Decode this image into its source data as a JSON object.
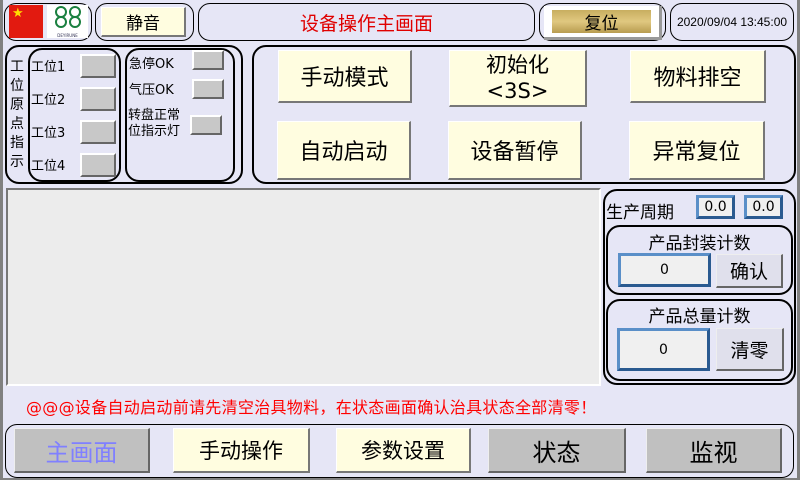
{
  "header": {
    "flag_icon": "china-flag",
    "logo_icon": "company-logo",
    "logo_text": "DEYIRUNE",
    "mute_label": "静音",
    "title": "设备操作主画面",
    "reset_label": "复位",
    "datetime": "2020/09/04 13:45:00"
  },
  "origin_panel": {
    "title": "工位原点指示",
    "stations": [
      "工位1",
      "工位2",
      "工位3",
      "工位4"
    ]
  },
  "status_panel": {
    "items": [
      "急停OK",
      "气压OK",
      "转盘正常位指示灯"
    ]
  },
  "controls": {
    "buttons": [
      "手动模式",
      "初始化\n<3S>",
      "物料排空",
      "自动启动",
      "设备暂停",
      "异常复位"
    ]
  },
  "production": {
    "cycle_label": "生产周期",
    "cycle_values": [
      "0.0",
      "0.0"
    ],
    "package_count_label": "产品封装计数",
    "package_count": "0",
    "confirm_label": "确认",
    "total_count_label": "产品总量计数",
    "total_count": "0",
    "clear_label": "清零"
  },
  "message": "@@@设备自动启动前请先清空治具物料，在状态画面确认治具状态全部清零！",
  "nav": {
    "items": [
      "主画面",
      "手动操作",
      "参数设置",
      "状态",
      "监视"
    ]
  },
  "colors": {
    "title": "#e00000",
    "message": "#ff0000",
    "active_nav": "#8080ff"
  }
}
